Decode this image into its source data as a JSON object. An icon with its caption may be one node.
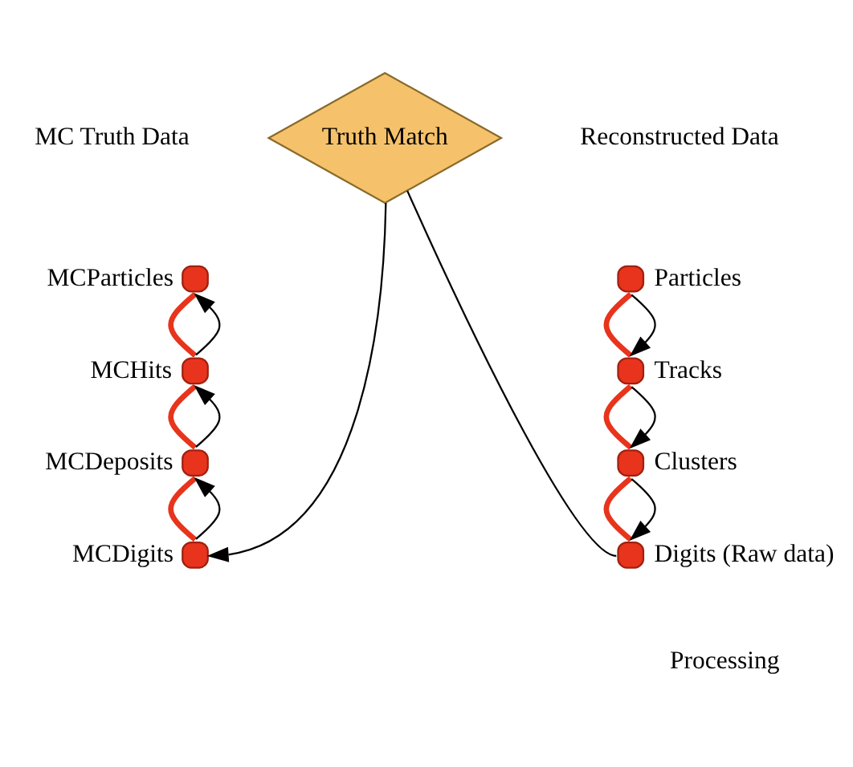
{
  "diagram": {
    "nodes": [
      {
        "text": [
          "Truth Match"
        ]
      },
      {
        "text": [],
        "shape": "circle",
        "beside": [
          "MCParticles"
        ]
      },
      {
        "text": [],
        "shape": "circle",
        "beside": [
          "MCHits"
        ]
      },
      {
        "text": [],
        "shape": "circle",
        "beside": [
          "MCDeposits"
        ]
      },
      {
        "text": [],
        "shape": "circle",
        "beside": [
          "MCDigits"
        ]
      },
      {
        "text": [],
        "shape": "circle",
        "beside": [
          "Particles"
        ]
      },
      {
        "text": [],
        "shape": "circle",
        "beside": [
          "Tracks"
        ]
      },
      {
        "text": [],
        "shape": "circle",
        "beside": [
          "Clusters"
        ]
      },
      {
        "text": [],
        "shape": "circle",
        "beside": [
          "Digits (Raw data)"
        ]
      }
    ],
    "edges": [
      {
        "from": 1,
        "to": 2,
        "arrow": "none",
        "style": "thick",
        "color": "#e8341c"
      },
      {
        "from": 2,
        "to": 3,
        "arrow": "none",
        "style": "thick",
        "color": "#e8341c"
      },
      {
        "from": 3,
        "to": 4,
        "arrow": "none",
        "style": "thick",
        "color": "#e8341c"
      },
      {
        "from": 5,
        "to": 6,
        "arrow": "none",
        "style": "thick",
        "color": "#e8341c"
      },
      {
        "from": 6,
        "to": 7,
        "arrow": "none",
        "style": "thick",
        "color": "#e8341c"
      },
      {
        "from": 7,
        "to": 8,
        "arrow": "none",
        "style": "thick",
        "color": "#e8341c"
      },
      {
        "from": 4,
        "to": 3,
        "arrow": "to"
      },
      {
        "from": 3,
        "to": 2,
        "arrow": "to"
      },
      {
        "from": 2,
        "to": 1,
        "arrow": "to"
      },
      {
        "from": 5,
        "to": 6,
        "arrow": "to"
      },
      {
        "from": 6,
        "to": 7,
        "arrow": "to"
      },
      {
        "from": 7,
        "to": 8,
        "arrow": "to"
      },
      {
        "from": 0,
        "to": 4,
        "arrow": "to"
      },
      {
        "from": 8,
        "to": 0,
        "arrow": "none"
      }
    ],
    "labels": [
      "MC Truth Data",
      "Reconstructed Data",
      "Processing"
    ]
  }
}
